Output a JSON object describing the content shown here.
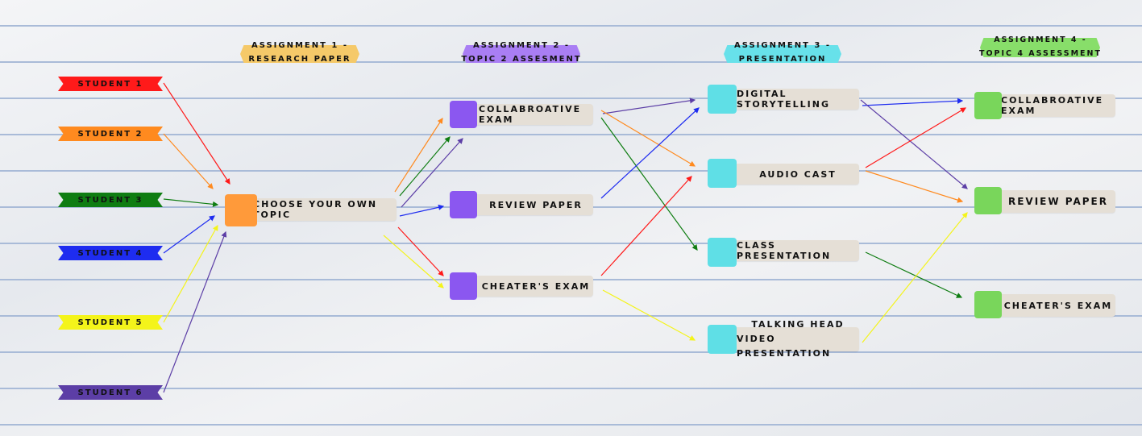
{
  "colors": {
    "red": "#ff1a1a",
    "orange": "#ff8a1f",
    "green": "#0f7d12",
    "blue": "#1e2cf0",
    "yellow": "#f4f41a",
    "purple": "#5c3ea6",
    "assignment1": "#f5c969",
    "assignment2": "#a97ef4",
    "assignment3": "#67e1ea",
    "assignment4": "#88de6a",
    "topic_square": "#ff9a3a",
    "a2_square": "#8b57f0",
    "a3_square": "#5fdfe6",
    "a4_square": "#79d65b"
  },
  "headers": {
    "a1": {
      "line1": "Assignment 1 -",
      "line2": "Research paper"
    },
    "a2": {
      "line1": "Assignment 2 -",
      "line2": "Topic 2 Assesment"
    },
    "a3": {
      "line1": "Assignment 3 -",
      "line2": "Presentation"
    },
    "a4": {
      "line1": "Assignment 4 -",
      "line2": "Topic 4 Assessment"
    }
  },
  "students": [
    {
      "label": "Student 1",
      "color": "#ff1a1a"
    },
    {
      "label": "Student 2",
      "color": "#ff8a1f"
    },
    {
      "label": "Student 3",
      "color": "#0f7d12"
    },
    {
      "label": "Student 4",
      "color": "#1e2cf0"
    },
    {
      "label": "Student 5",
      "color": "#f4f41a"
    },
    {
      "label": "Student 6",
      "color": "#5c3ea6"
    }
  ],
  "assignment1": {
    "topic": "Choose your own Topic"
  },
  "assignment2": {
    "items": [
      "Collabroative Exam",
      "Review Paper",
      "Cheater's Exam"
    ]
  },
  "assignment3": {
    "items": [
      "Digital Storytelling",
      "Audio Cast",
      "Class Presentation",
      "Talking Head",
      "Video Presentation"
    ]
  },
  "assignment4": {
    "items": [
      "Collabroative Exam",
      "Review Paper",
      "Cheater's Exam"
    ]
  }
}
